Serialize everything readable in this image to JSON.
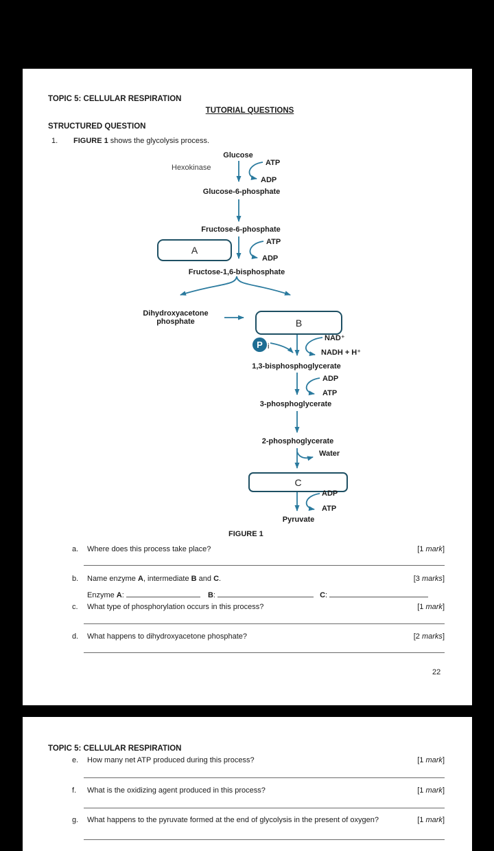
{
  "colors": {
    "arrow": "#2a7a9e",
    "box_border": "#1d4f63",
    "pi_circle_fill": "#1e6d93",
    "answer_line": "#6a6a6a",
    "page_background": "#ffffff",
    "frame_background": "#000000"
  },
  "page1": {
    "topic_title": "TOPIC 5: CELLULAR RESPIRATION",
    "section_title": "TUTORIAL QUESTIONS",
    "subsection_title": "STRUCTURED QUESTION",
    "item_number": "1.",
    "item_intro_bold": "FIGURE 1",
    "item_intro_rest": " shows the glycolysis process.",
    "figure_caption": "FIGURE 1",
    "page_number": "22"
  },
  "diagram": {
    "nodes": {
      "glucose": "Glucose",
      "glucose6p": "Glucose-6-phosphate",
      "fructose6p": "Fructose-6-phosphate",
      "fructose16bp": "Fructose-1,6-bisphosphate",
      "dhap_line1": "Dihydroxyacetone",
      "dhap_line2": "phosphate",
      "bpg13": "1,3-bisphosphoglycerate",
      "pg3": "3-phosphoglycerate",
      "pg2": "2-phosphoglycerate",
      "pyruvate": "Pyruvate"
    },
    "enzyme_hexokinase": "Hexokinase",
    "box_a": "A",
    "box_b": "B",
    "box_c": "C",
    "pi_symbol": "P",
    "pi_subscript": "i",
    "cofactors": {
      "atp1": "ATP",
      "adp1": "ADP",
      "atp2": "ATP",
      "adp2": "ADP",
      "nad": "NAD⁺",
      "nadh": "NADH + H⁺",
      "adp3": "ADP",
      "atp3": "ATP",
      "water": "Water",
      "adp4": "ADP",
      "atp4": "ATP"
    }
  },
  "questions": {
    "a": {
      "letter": "a.",
      "text": "Where does this process take place?",
      "mark_open": "[1 ",
      "mark_word": "mark",
      "mark_close": "]"
    },
    "b": {
      "letter": "b.",
      "seg1": "Name enzyme ",
      "seg2": "A",
      "seg3": ", intermediate ",
      "seg4": "B",
      "seg5": " and ",
      "seg6": "C",
      "seg7": ".",
      "mark_open": "[3 ",
      "mark_word": "marks",
      "mark_close": "]",
      "enzyme_label": "Enzyme ",
      "a_bold": "A",
      "a_colon": ":",
      "b_bold": "B",
      "b_colon": ":",
      "c_bold": "C",
      "c_colon": ":"
    },
    "c": {
      "letter": "c.",
      "text": "What type of phosphorylation occurs in this process?",
      "mark_open": "[1 ",
      "mark_word": "mark",
      "mark_close": "]"
    },
    "d": {
      "letter": "d.",
      "text": "What happens to dihydroxyacetone phosphate?",
      "mark_open": "[2 ",
      "mark_word": "marks",
      "mark_close": "]"
    },
    "e": {
      "letter": "e.",
      "text": "How many net ATP produced during this process?",
      "mark_open": "[1 ",
      "mark_word": "mark",
      "mark_close": "]"
    },
    "f": {
      "letter": "f.",
      "text": "What is the oxidizing agent produced in this process?",
      "mark_open": "[1 ",
      "mark_word": "mark",
      "mark_close": "]"
    },
    "g": {
      "letter": "g.",
      "text": "What happens to the pyruvate formed at the end of glycolysis in the present of oxygen?",
      "mark_open": "[1 ",
      "mark_word": "mark",
      "mark_close": "]"
    }
  },
  "page2": {
    "topic_title": "TOPIC 5: CELLULAR RESPIRATION"
  }
}
